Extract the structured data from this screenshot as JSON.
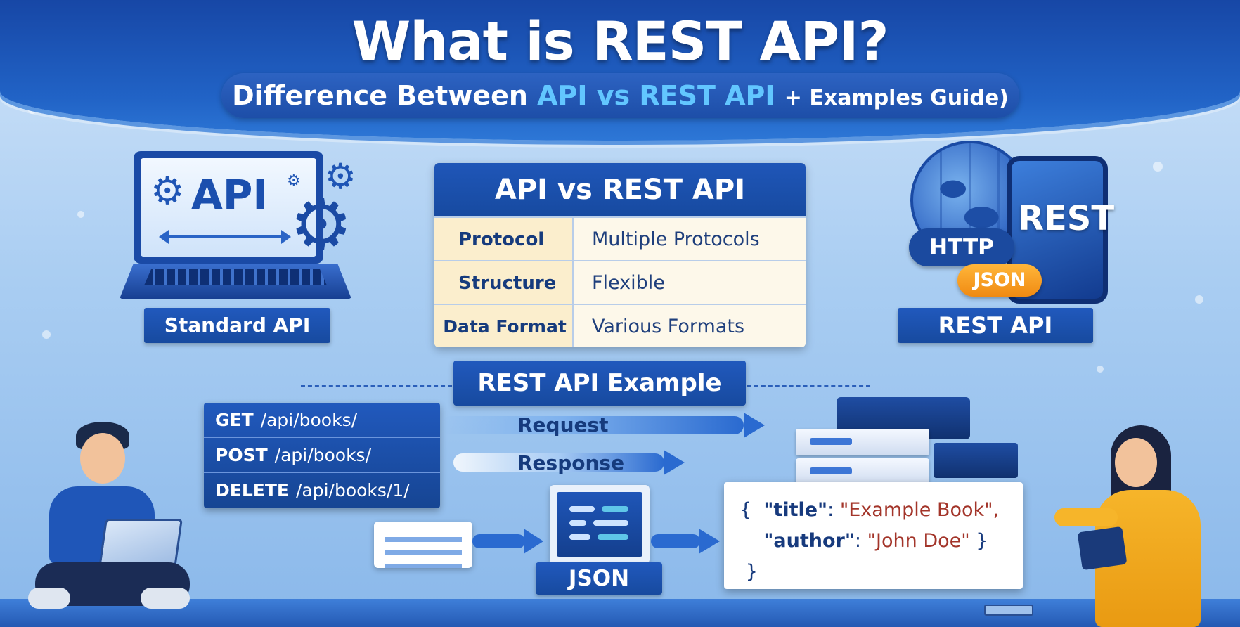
{
  "header": {
    "title": "What is REST API?",
    "subtitle_prefix": "Difference Between",
    "subtitle_accent": "API vs REST API",
    "subtitle_suffix": "+ Examples Guide)"
  },
  "standard_api": {
    "screen_text": "API",
    "label": "Standard API"
  },
  "comparison": {
    "title": "API vs REST API",
    "rows": [
      {
        "key": "Protocol",
        "value": "Multiple Protocols"
      },
      {
        "key": "Structure",
        "value": "Flexible"
      },
      {
        "key": "Data Format",
        "value": "Various Formats"
      }
    ]
  },
  "rest_api": {
    "device_text": "REST",
    "http_label": "HTTP",
    "json_label": "JSON",
    "label": "REST API"
  },
  "example": {
    "title": "REST API Example",
    "methods": [
      {
        "verb": "GET",
        "path": "/api/books/"
      },
      {
        "verb": "POST",
        "path": "/api/books/"
      },
      {
        "verb": "DELETE",
        "path": "/api/books/1/"
      }
    ],
    "request_label": "Request",
    "response_label": "Response",
    "json_label": "JSON",
    "code": {
      "open": "{",
      "title_key": "\"title\"",
      "title_value": "\"Example Book\",",
      "author_key": "\"author\"",
      "author_value": "\"John Doe\"",
      "inline_close": "}",
      "close": "}"
    }
  },
  "colors": {
    "primary": "#1f56b8",
    "accent": "#62c6ff",
    "orange": "#f08a12",
    "string": "#a3352a"
  },
  "icons": [
    "gear-icon",
    "globe-icon",
    "server-icon",
    "document-icon",
    "monitor-icon",
    "laptop-icon"
  ]
}
